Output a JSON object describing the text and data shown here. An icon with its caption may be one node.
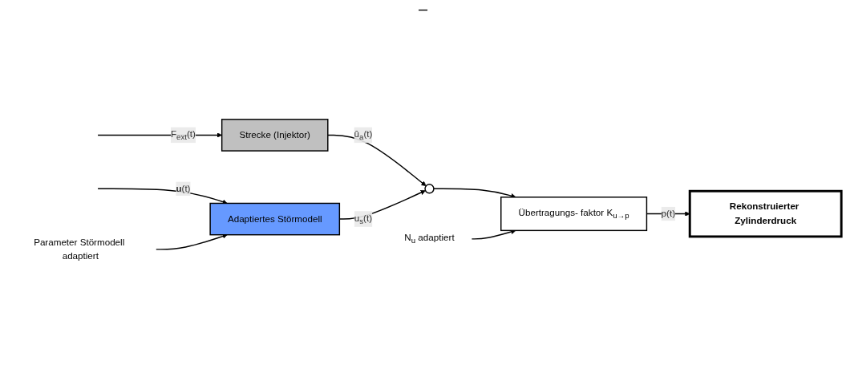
{
  "diagram": {
    "nodes": [
      {
        "text": [
          "Strecke (Injektor)"
        ]
      },
      {
        "text": [
          "Adaptiertes Störmodell"
        ]
      },
      {
        "text": [],
        "shape": "circle"
      },
      {
        "text": [
          "Übertragungs- faktor K$_{u→p}$"
        ]
      },
      {
        "text": [
          "Rekonstruierter Zylinderdruck"
        ]
      },
      {
        "text": [
          "Parameter Störmodell adaptiert"
        ]
      },
      {
        "text": [
          "N$_{u}$ adaptiert"
        ]
      }
    ],
    "edges": [
      {
        "from": null,
        "to": 0,
        "arrow": "to",
        "label": "F$_{ext}$(t)"
      },
      {
        "from": null,
        "to": 1,
        "arrow": "to",
        "label": "**u**(t)"
      },
      {
        "from": 0,
        "to": 2,
        "arrow": "to",
        "label": "û$_{a}$(t)"
      },
      {
        "from": 1,
        "to": 2,
        "arrow": "to",
        "label": "u$_{s}$(t)"
      },
      {
        "from": 2,
        "to": 3,
        "arrow": "to"
      },
      {
        "from": 3,
        "to": 4,
        "arrow": "to",
        "label": "p(t)"
      },
      {
        "from": 5,
        "to": 1,
        "arrow": "to"
      },
      {
        "from": 6,
        "to": 3,
        "arrow": "to"
      }
    ],
    "labels": [
      "–"
    ]
  }
}
